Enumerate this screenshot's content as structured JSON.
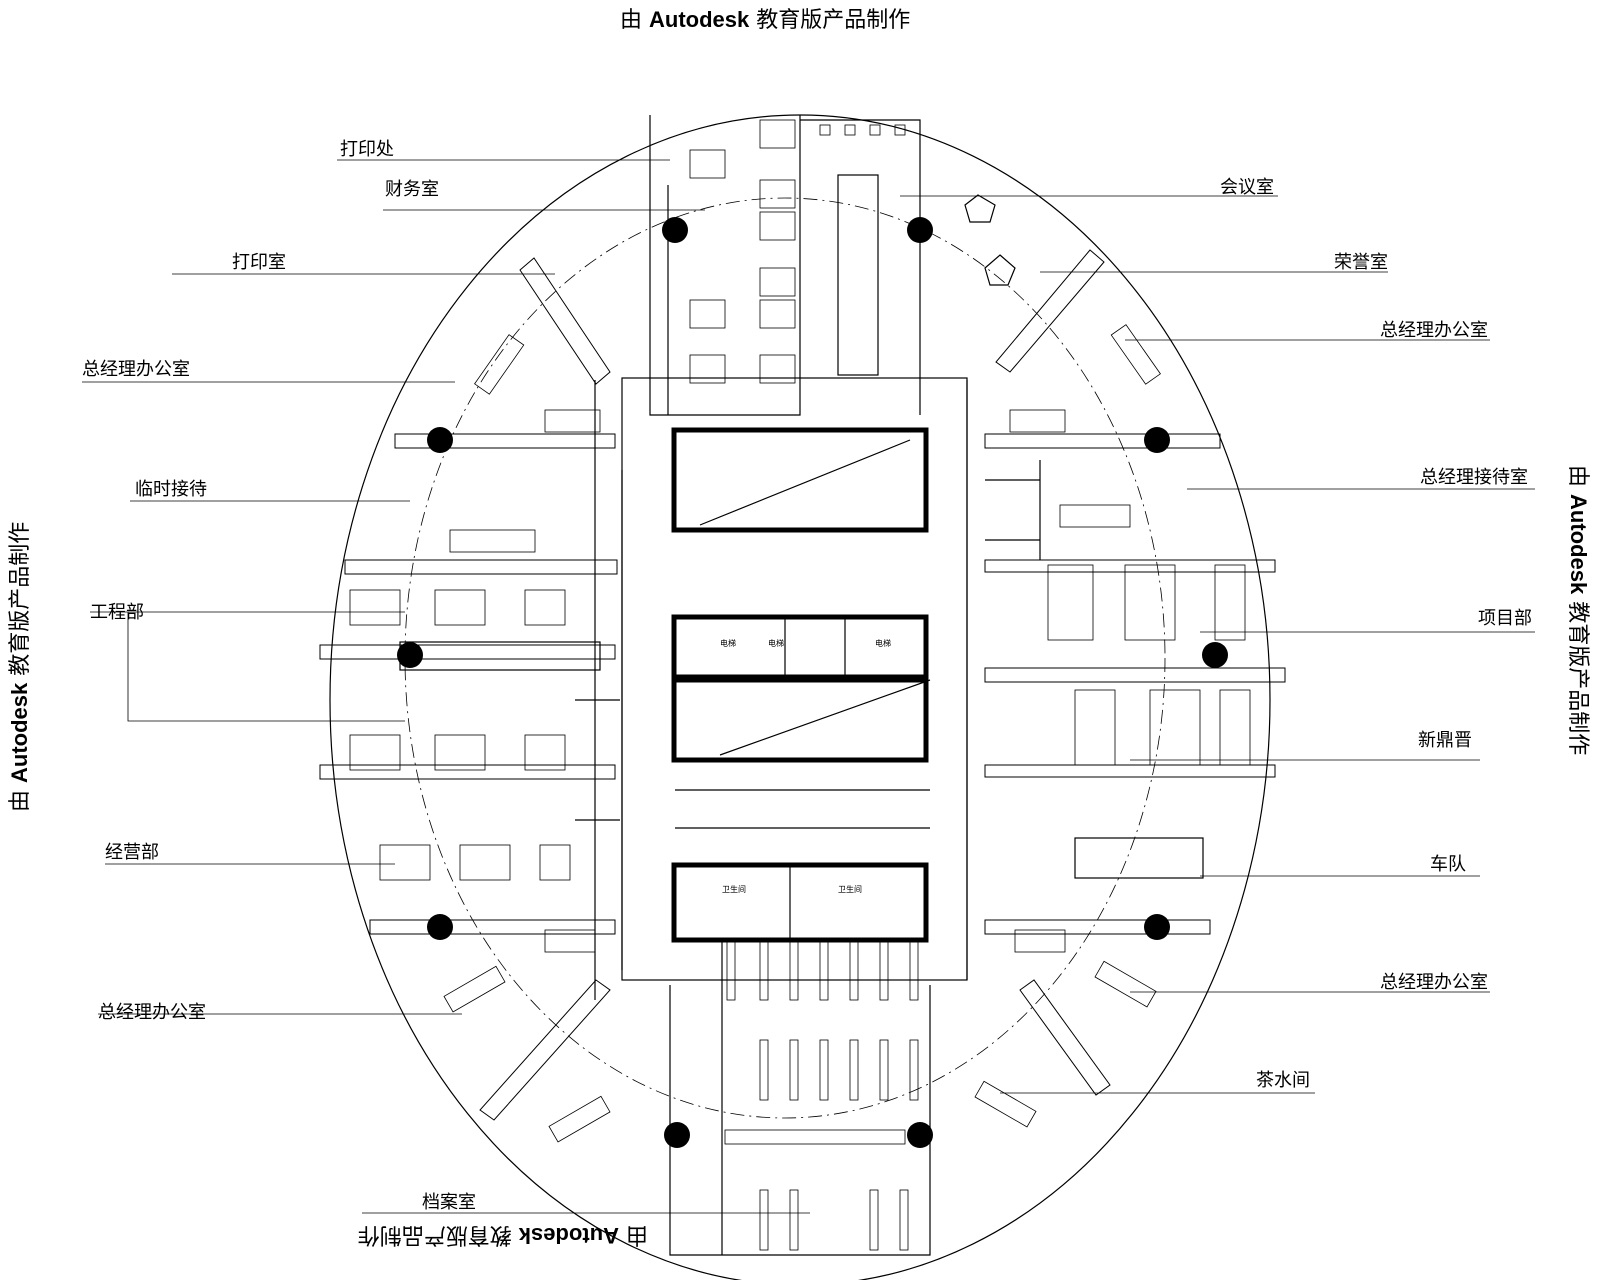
{
  "watermark": {
    "prefix": "由",
    "brand": "Autodesk",
    "suffix": "教育版产品制作"
  },
  "rooms": {
    "print_point": "打印处",
    "finance": "财务室",
    "print_room": "打印室",
    "gm_office_nw": "总经理办公室",
    "temp_reception": "临时接待",
    "engineering": "工程部",
    "operations": "经营部",
    "gm_office_sw": "总经理办公室",
    "archive": "档案室",
    "meeting_room": "会议室",
    "honor_room": "荣誉室",
    "gm_office_ne": "总经理办公室",
    "gm_reception": "总经理接待室",
    "project_dept": "项目部",
    "xinding": "新鼎晋",
    "fleet": "车队",
    "gm_office_se": "总经理办公室",
    "pantry": "茶水间"
  },
  "core": {
    "elec_1": "电梯",
    "elec_2": "电梯",
    "elec_3": "电梯",
    "wc_1": "卫生间",
    "wc_2": "卫生间"
  }
}
